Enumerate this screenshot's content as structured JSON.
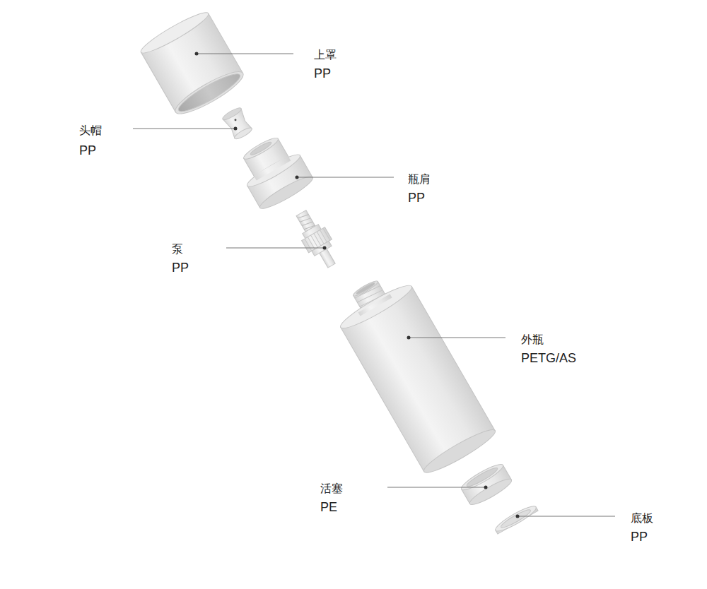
{
  "diagram": {
    "labels": [
      "上罩",
      "PP",
      "头帽",
      "PP",
      "瓶肩",
      "PP",
      "泵",
      "PP",
      "外瓶",
      "PETG/AS",
      "活塞",
      "PE",
      "底板",
      "PP"
    ]
  }
}
